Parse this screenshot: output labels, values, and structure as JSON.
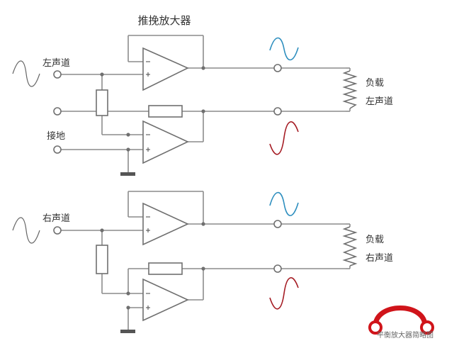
{
  "title": "推挽放大器",
  "top": {
    "input_label": "左声道",
    "ground_label": "接地",
    "load_label_1": "负载",
    "load_label_2": "左声道"
  },
  "bottom": {
    "input_label": "右声道",
    "load_label_1": "负载",
    "load_label_2": "右声道"
  },
  "watermark": {
    "text": "平衡放大器简略图"
  },
  "colors": {
    "wire": "#8c8c8c",
    "positive_wave": "#2f8fbf",
    "negative_wave": "#a51c24",
    "input_wave": "#666666",
    "logo": "#d0141a"
  }
}
